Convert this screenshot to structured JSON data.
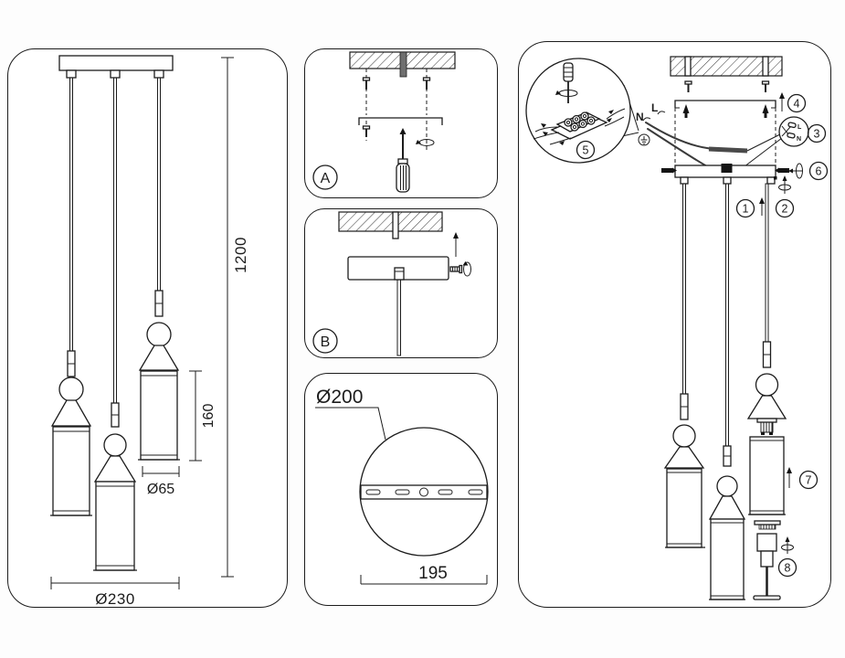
{
  "sheet": {
    "background": "#fdfdfd",
    "ink": "#1c1c1c"
  },
  "dimensions_panel": {
    "overall_height": "1200",
    "shade_height": "160",
    "shade_diameter": "Ø65",
    "fixture_diameter": "Ø230"
  },
  "mounting_step_a": {
    "badge": "A"
  },
  "mounting_step_b": {
    "badge": "B"
  },
  "ceiling_plate_panel": {
    "plate_diameter": "Ø200",
    "slot_span": "195"
  },
  "assembly_panel": {
    "wire_labels": {
      "neutral": "N",
      "live": "L"
    },
    "connector_detail": {
      "live": "L",
      "neutral": "N"
    },
    "callouts": {
      "c1": "1",
      "c2": "2",
      "c3": "3",
      "c4": "4",
      "c5": "5",
      "c6": "6",
      "c7": "7",
      "c8": "8"
    }
  }
}
